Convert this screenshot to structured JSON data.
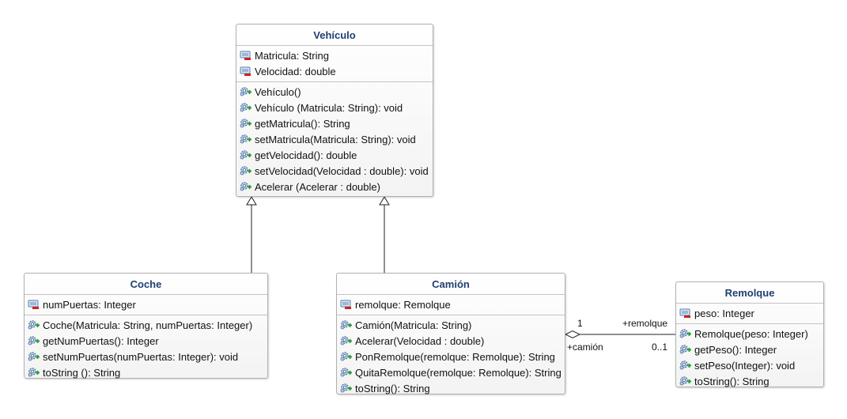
{
  "classes": {
    "vehiculo": {
      "name": "Vehículo",
      "attributes": [
        "Matricula: String",
        "Velocidad: double"
      ],
      "operations": [
        "Vehículo()",
        "Vehículo (Matricula: String): void",
        "getMatricula(): String",
        "setMatricula(Matricula: String): void",
        "getVelocidad(): double",
        "setVelocidad(Velocidad : double): void",
        "Acelerar (Acelerar : double)"
      ]
    },
    "coche": {
      "name": "Coche",
      "attributes": [
        "numPuertas: Integer"
      ],
      "operations": [
        "Coche(Matricula: String, numPuertas: Integer)",
        "getNumPuertas(): Integer",
        "setNumPuertas(numPuertas: Integer): void",
        "toString (): String"
      ]
    },
    "camion": {
      "name": "Camión",
      "attributes": [
        "remolque: Remolque"
      ],
      "operations": [
        "Camión(Matricula: String)",
        "Acelerar(Velocidad : double)",
        "PonRemolque(remolque: Remolque): String",
        "QuitaRemolque(remolque: Remolque): String",
        "toString(): String"
      ]
    },
    "remolque": {
      "name": "Remolque",
      "attributes": [
        "peso: Integer"
      ],
      "operations": [
        "Remolque(peso: Integer)",
        "getPeso(): Integer",
        "setPeso(Integer): void",
        "toString(): String"
      ]
    }
  },
  "association": {
    "camion_multiplicity": "1",
    "camion_role": "+camión",
    "remolque_role": "+remolque",
    "remolque_multiplicity": "0..1"
  },
  "icons": {
    "attribute": "private-attribute-icon",
    "operation": "public-operation-icon"
  },
  "colors": {
    "class_name": "#1f3f73",
    "border": "#b0b0b0",
    "attribute_icon_marker": "#cc2222",
    "operation_icon_marker": "#1a9a2a"
  }
}
